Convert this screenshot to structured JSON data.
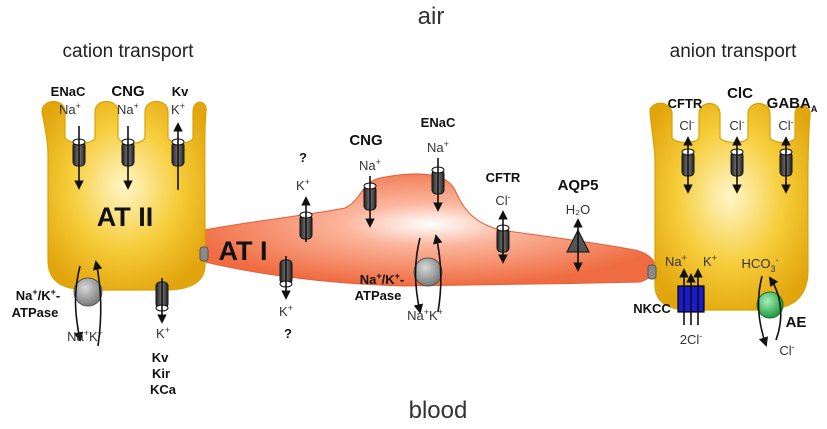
{
  "air": "air",
  "blood": "blood",
  "cation_title": "cation transport",
  "anion_title": "anion transport",
  "at2": "AT II",
  "at1": "AT I",
  "at2_top": {
    "enac": "ENaC",
    "cng": "CNG",
    "kv": "Kv"
  },
  "ions": {
    "na": "Na",
    "k": "K",
    "cl": "Cl",
    "plus": "+",
    "minus": "-"
  },
  "at2_pump": {
    "line1": "Na",
    "line2": "/K",
    "line3": "-",
    "line4": "ATPase"
  },
  "at2_basal": {
    "kv": "Kv",
    "kir": "Kir",
    "kca": "KCa"
  },
  "at1_labels": {
    "q": "?",
    "cng": "CNG",
    "enac": "ENaC",
    "cftr": "CFTR",
    "aqp5": "AQP5",
    "h2o": "H₂O"
  },
  "at1_pump": {
    "line1": "Na",
    "line2": "/K",
    "line3": "-",
    "line4": "ATPase"
  },
  "anion_labels": {
    "cftr": "CFTR",
    "clc": "ClC",
    "gaba": "GABA",
    "gaba_sub": "A"
  },
  "nkcc": "NKCC",
  "two_cl": "2Cl",
  "ae": "AE",
  "hco3": "HCO",
  "hco3_sub": "3",
  "colors": {
    "at2_fill": "#f5c42c",
    "at2_edge": "#d9a300",
    "at1_fill": "#f27a52",
    "pump": "#9a9a9a",
    "nkcc": "#1a1ad0",
    "ae": "#3cbf5a"
  }
}
